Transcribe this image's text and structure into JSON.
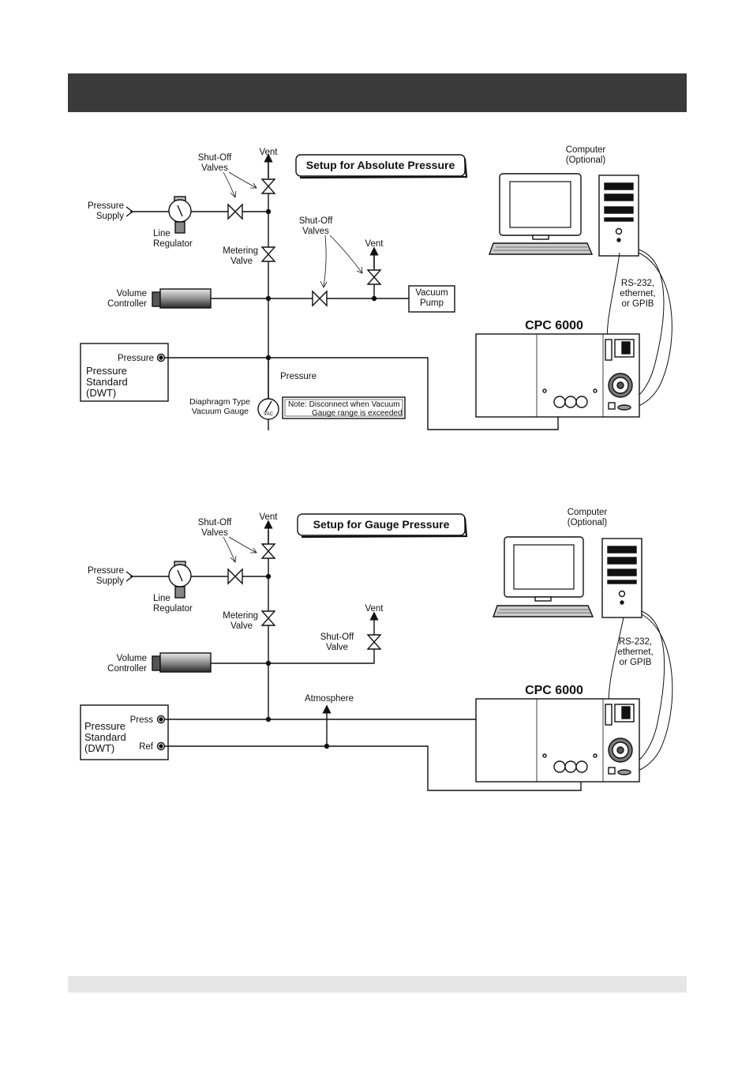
{
  "diagrams": [
    {
      "title": "Setup for Absolute Pressure",
      "pressure_supply": [
        "Pressure",
        "Supply"
      ],
      "line_regulator": [
        "Line",
        "Regulator"
      ],
      "shutoff_valves_top": [
        "Shut-Off",
        "Valves"
      ],
      "vent_top": "Vent",
      "metering_valve": [
        "Metering",
        "Valve"
      ],
      "shutoff_valves_mid": [
        "Shut-Off",
        "Valves"
      ],
      "vent_mid": "Vent",
      "vacuum_pump": [
        "Vacuum",
        "Pump"
      ],
      "volume_controller": [
        "Volume",
        "Controller"
      ],
      "dwt_port": "Pressure",
      "dwt_name": [
        "Pressure",
        "Standard",
        "(DWT)"
      ],
      "pressure_line_label": "Pressure",
      "diaphragm_gauge": [
        "Diaphragm Type",
        "Vacuum Gauge"
      ],
      "vac_label": "VAC",
      "note": [
        "Note:  Disconnect when Vacuum",
        "Gauge range is exceeded"
      ],
      "computer": [
        "Computer",
        "(Optional)"
      ],
      "interfaces": [
        "RS-232,",
        "ethernet,",
        "or GPIB"
      ],
      "cpc_title": "CPC 6000"
    },
    {
      "title": "Setup for Gauge Pressure",
      "pressure_supply": [
        "Pressure",
        "Supply"
      ],
      "line_regulator": [
        "Line",
        "Regulator"
      ],
      "shutoff_valves_top": [
        "Shut-Off",
        "Valves"
      ],
      "vent_top": "Vent",
      "metering_valve": [
        "Metering",
        "Valve"
      ],
      "shutoff_valve_mid": [
        "Shut-Off",
        "Valve"
      ],
      "vent_mid": "Vent",
      "volume_controller": [
        "Volume",
        "Controller"
      ],
      "atmosphere": "Atmosphere",
      "dwt_port_press": "Press",
      "dwt_port_ref": "Ref",
      "dwt_name": [
        "Pressure",
        "Standard",
        "(DWT)"
      ],
      "computer": [
        "Computer",
        "(Optional)"
      ],
      "interfaces": [
        "RS-232,",
        "ethernet,",
        "or GPIB"
      ],
      "cpc_title": "CPC 6000"
    }
  ]
}
